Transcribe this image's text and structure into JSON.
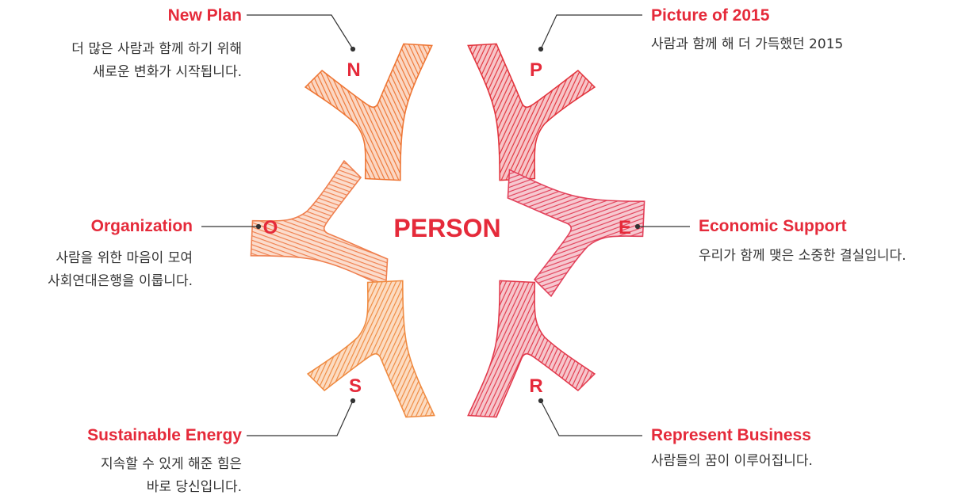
{
  "center": {
    "label": "PERSON"
  },
  "items": {
    "N": {
      "letter": "N",
      "title": "New Plan",
      "lines": [
        "더 많은 사람과 함께 하기 위해",
        "새로운 변화가 시작됩니다."
      ],
      "color": "#ee7533"
    },
    "P": {
      "letter": "P",
      "title": "Picture of 2015",
      "lines": [
        "사람과 함께 해 더 가득했던 2015"
      ],
      "color": "#e2343d"
    },
    "O": {
      "letter": "O",
      "title": "Organization",
      "lines": [
        "사람을 위한 마음이 모여",
        "사회연대은행을 이룹니다."
      ],
      "color": "#ef7f4e"
    },
    "E": {
      "letter": "E",
      "title": "Economic Support",
      "lines": [
        "우리가 함께 맺은 소중한 결실입니다."
      ],
      "color": "#e2415a"
    },
    "S": {
      "letter": "S",
      "title": "Sustainable Energy",
      "lines": [
        "지속할 수 있게 해준 힘은",
        "바로 당신입니다."
      ],
      "color": "#ef8a40"
    },
    "R": {
      "letter": "R",
      "title": "Represent Business",
      "lines": [
        "사람들의 꿈이 이루어집니다."
      ],
      "color": "#e2394c"
    }
  },
  "colors": {
    "accent": "#e52a3a",
    "leader_line": "#333333",
    "text": "#333333"
  }
}
